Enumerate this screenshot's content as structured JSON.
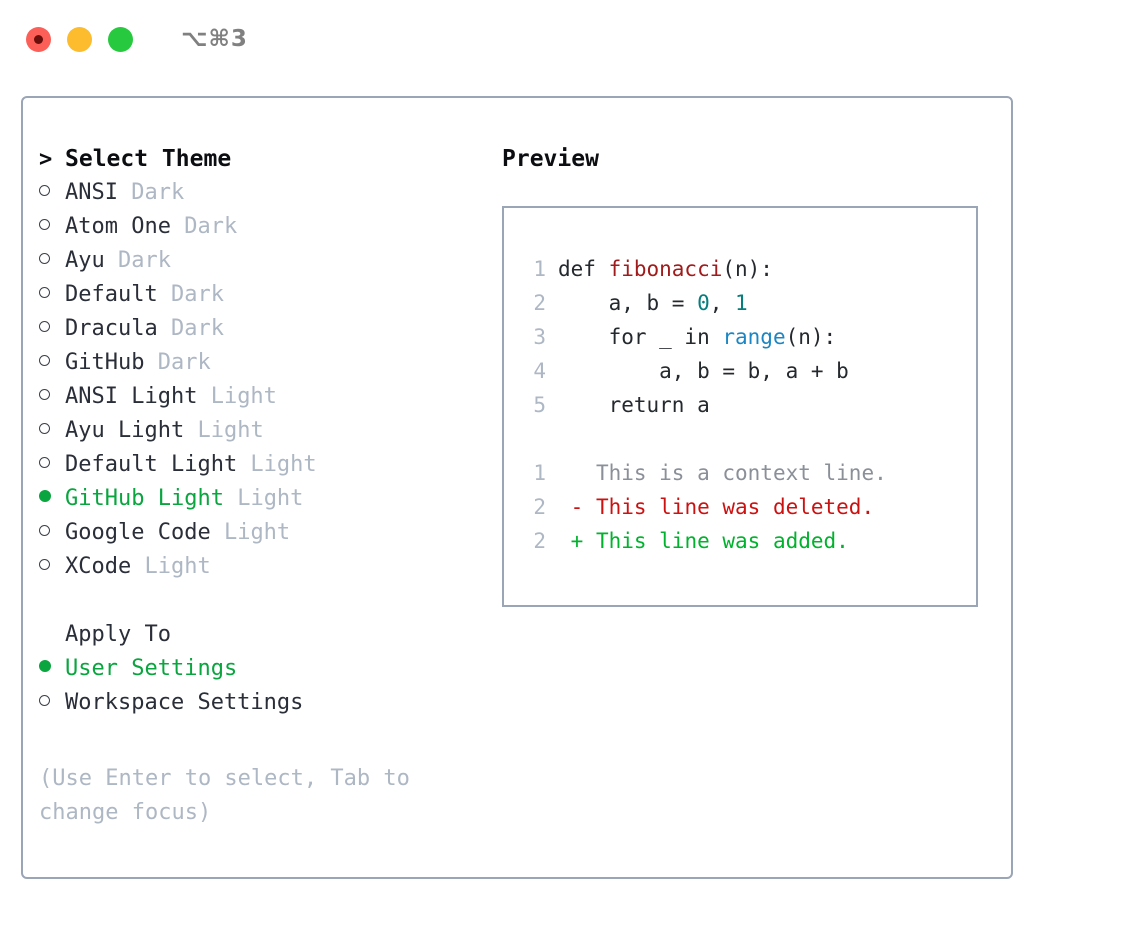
{
  "window": {
    "shortcut": "⌥⌘3",
    "traffic_lights": [
      {
        "name": "close",
        "color": "#fb5f57"
      },
      {
        "name": "minimize",
        "color": "#fcbc2e"
      },
      {
        "name": "zoom",
        "color": "#27c93f"
      }
    ]
  },
  "theme_selector": {
    "title": "Select Theme",
    "title_prefix": "> ",
    "items": [
      {
        "marker": "ring",
        "name": "ANSI",
        "tag": "Dark",
        "selected": false
      },
      {
        "marker": "ring",
        "name": "Atom One",
        "tag": "Dark",
        "selected": false
      },
      {
        "marker": "ring",
        "name": "Ayu",
        "tag": "Dark",
        "selected": false
      },
      {
        "marker": "ring",
        "name": "Default",
        "tag": "Dark",
        "selected": false
      },
      {
        "marker": "ring",
        "name": "Dracula",
        "tag": "Dark",
        "selected": false
      },
      {
        "marker": "ring",
        "name": "GitHub",
        "tag": "Dark",
        "selected": false
      },
      {
        "marker": "ring",
        "name": "ANSI Light",
        "tag": "Light",
        "selected": false
      },
      {
        "marker": "ring",
        "name": "Ayu Light",
        "tag": "Light",
        "selected": false
      },
      {
        "marker": "ring",
        "name": "Default Light",
        "tag": "Light",
        "selected": false
      },
      {
        "marker": "dot",
        "name": "GitHub Light",
        "tag": "Light",
        "selected": true
      },
      {
        "marker": "ring",
        "name": "Google Code",
        "tag": "Light",
        "selected": false
      },
      {
        "marker": "ring",
        "name": "XCode",
        "tag": "Light",
        "selected": false
      }
    ]
  },
  "apply_to": {
    "title": "Apply To",
    "options": [
      {
        "marker": "dot",
        "label": "User Settings",
        "selected": true
      },
      {
        "marker": "ring",
        "label": "Workspace Settings",
        "selected": false
      }
    ]
  },
  "hint": "(Use Enter to select, Tab to change focus)",
  "preview": {
    "title": "Preview",
    "code_lines": [
      {
        "num": "1",
        "tokens": [
          {
            "t": "def ",
            "c": "plain"
          },
          {
            "t": "fibonacci",
            "c": "fn"
          },
          {
            "t": "(n):",
            "c": "plain"
          }
        ]
      },
      {
        "num": "2",
        "tokens": [
          {
            "t": "    a, b = ",
            "c": "plain"
          },
          {
            "t": "0",
            "c": "num"
          },
          {
            "t": ", ",
            "c": "plain"
          },
          {
            "t": "1",
            "c": "num"
          }
        ]
      },
      {
        "num": "3",
        "tokens": [
          {
            "t": "    for _ in ",
            "c": "plain"
          },
          {
            "t": "range",
            "c": "call"
          },
          {
            "t": "(n):",
            "c": "plain"
          }
        ]
      },
      {
        "num": "4",
        "tokens": [
          {
            "t": "        a, b = b, a + b",
            "c": "plain"
          }
        ]
      },
      {
        "num": "5",
        "tokens": [
          {
            "t": "    return a",
            "c": "plain"
          }
        ]
      }
    ],
    "diff_lines": [
      {
        "num": "1",
        "sign": " ",
        "text": "This is a context line.",
        "kind": "ctx"
      },
      {
        "num": "2",
        "sign": "-",
        "text": "This line was deleted.",
        "kind": "del"
      },
      {
        "num": "2",
        "sign": "+",
        "text": "This line was added.",
        "kind": "add"
      }
    ]
  },
  "colors": {
    "border": "#9aa5b5",
    "accent_green": "#0aa53f",
    "muted": "#aeb7c4",
    "text": "#2a2e38",
    "fn_red": "#a01b1b",
    "num_teal": "#077d7d",
    "call_blue": "#1c86c4",
    "diff_del": "#cc1111",
    "diff_add": "#00b22d"
  }
}
